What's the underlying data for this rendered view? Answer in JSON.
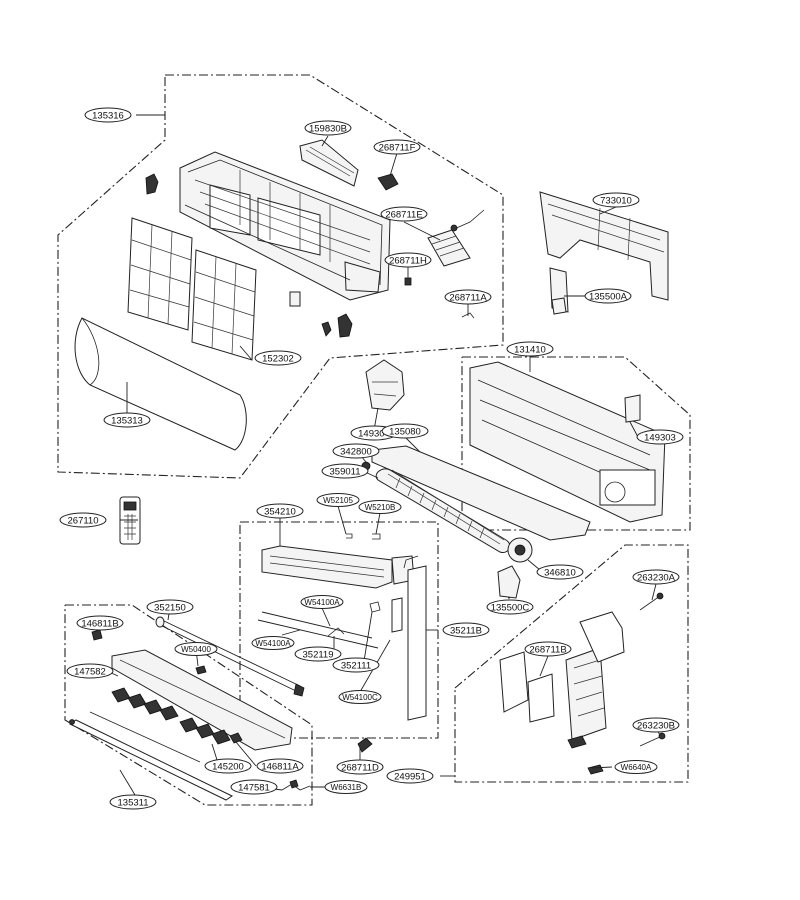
{
  "header_text": "",
  "labels": [
    {
      "id": "135316",
      "text": "135316"
    },
    {
      "id": "159830B",
      "text": "159830B"
    },
    {
      "id": "268711F",
      "text": "268711F"
    },
    {
      "id": "268711E",
      "text": "268711E"
    },
    {
      "id": "268711H",
      "text": "268711H"
    },
    {
      "id": "268711A",
      "text": "268711A"
    },
    {
      "id": "733010",
      "text": "733010"
    },
    {
      "id": "135500A",
      "text": "135500A"
    },
    {
      "id": "152302",
      "text": "152302"
    },
    {
      "id": "135313",
      "text": "135313"
    },
    {
      "id": "131410",
      "text": "131410"
    },
    {
      "id": "149304",
      "text": "149304"
    },
    {
      "id": "135080",
      "text": "135080"
    },
    {
      "id": "149303",
      "text": "149303"
    },
    {
      "id": "342800",
      "text": "342800"
    },
    {
      "id": "359011",
      "text": "359011"
    },
    {
      "id": "W52105",
      "text": "W52105"
    },
    {
      "id": "W5210B",
      "text": "W5210B"
    },
    {
      "id": "354210",
      "text": "354210"
    },
    {
      "id": "267110",
      "text": "267110"
    },
    {
      "id": "346810",
      "text": "346810"
    },
    {
      "id": "135500C",
      "text": "135500C"
    },
    {
      "id": "263230A",
      "text": "263230A"
    },
    {
      "id": "352150",
      "text": "352150"
    },
    {
      "id": "W54100A_top",
      "text": "W54100A"
    },
    {
      "id": "146811B",
      "text": "146811B"
    },
    {
      "id": "W50400",
      "text": "W50400"
    },
    {
      "id": "W54100A_bot",
      "text": "W54100A"
    },
    {
      "id": "352119",
      "text": "352119"
    },
    {
      "id": "35211B",
      "text": "35211B"
    },
    {
      "id": "268711B",
      "text": "268711B"
    },
    {
      "id": "147582",
      "text": "147582"
    },
    {
      "id": "352111",
      "text": "352111"
    },
    {
      "id": "W54100C",
      "text": "W54100C"
    },
    {
      "id": "263230B",
      "text": "263230B"
    },
    {
      "id": "145200",
      "text": "145200"
    },
    {
      "id": "146811A",
      "text": "146811A"
    },
    {
      "id": "268711D",
      "text": "268711D"
    },
    {
      "id": "W6640A",
      "text": "W6640A"
    },
    {
      "id": "249951",
      "text": "249951"
    },
    {
      "id": "147581",
      "text": "147581"
    },
    {
      "id": "W6631B",
      "text": "W6631B"
    },
    {
      "id": "135311",
      "text": "135311"
    }
  ]
}
